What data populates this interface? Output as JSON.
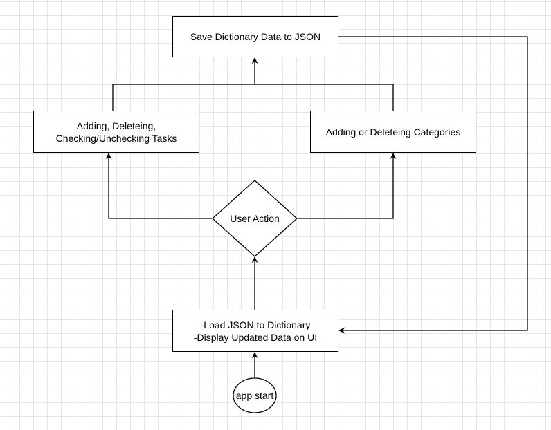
{
  "diagram": {
    "nodes": {
      "save": {
        "label": "Save Dictionary Data to JSON"
      },
      "tasks": {
        "label": "Adding, Deleteing,\nChecking/Unchecking Tasks"
      },
      "categories": {
        "label": "Adding or Deleteing Categories"
      },
      "decision": {
        "label": "User Action"
      },
      "load": {
        "label": "-Load JSON to Dictionary\n-Display Updated Data on UI"
      },
      "start": {
        "label": "app start"
      }
    },
    "edges": [
      {
        "from": "start",
        "to": "load"
      },
      {
        "from": "load",
        "to": "decision"
      },
      {
        "from": "decision",
        "to": "tasks"
      },
      {
        "from": "decision",
        "to": "categories"
      },
      {
        "from": "tasks",
        "to": "save"
      },
      {
        "from": "categories",
        "to": "save"
      },
      {
        "from": "save",
        "to": "load"
      }
    ],
    "colors": {
      "stroke": "#000000",
      "fill": "#ffffff",
      "grid": "#e6e6e6"
    }
  }
}
